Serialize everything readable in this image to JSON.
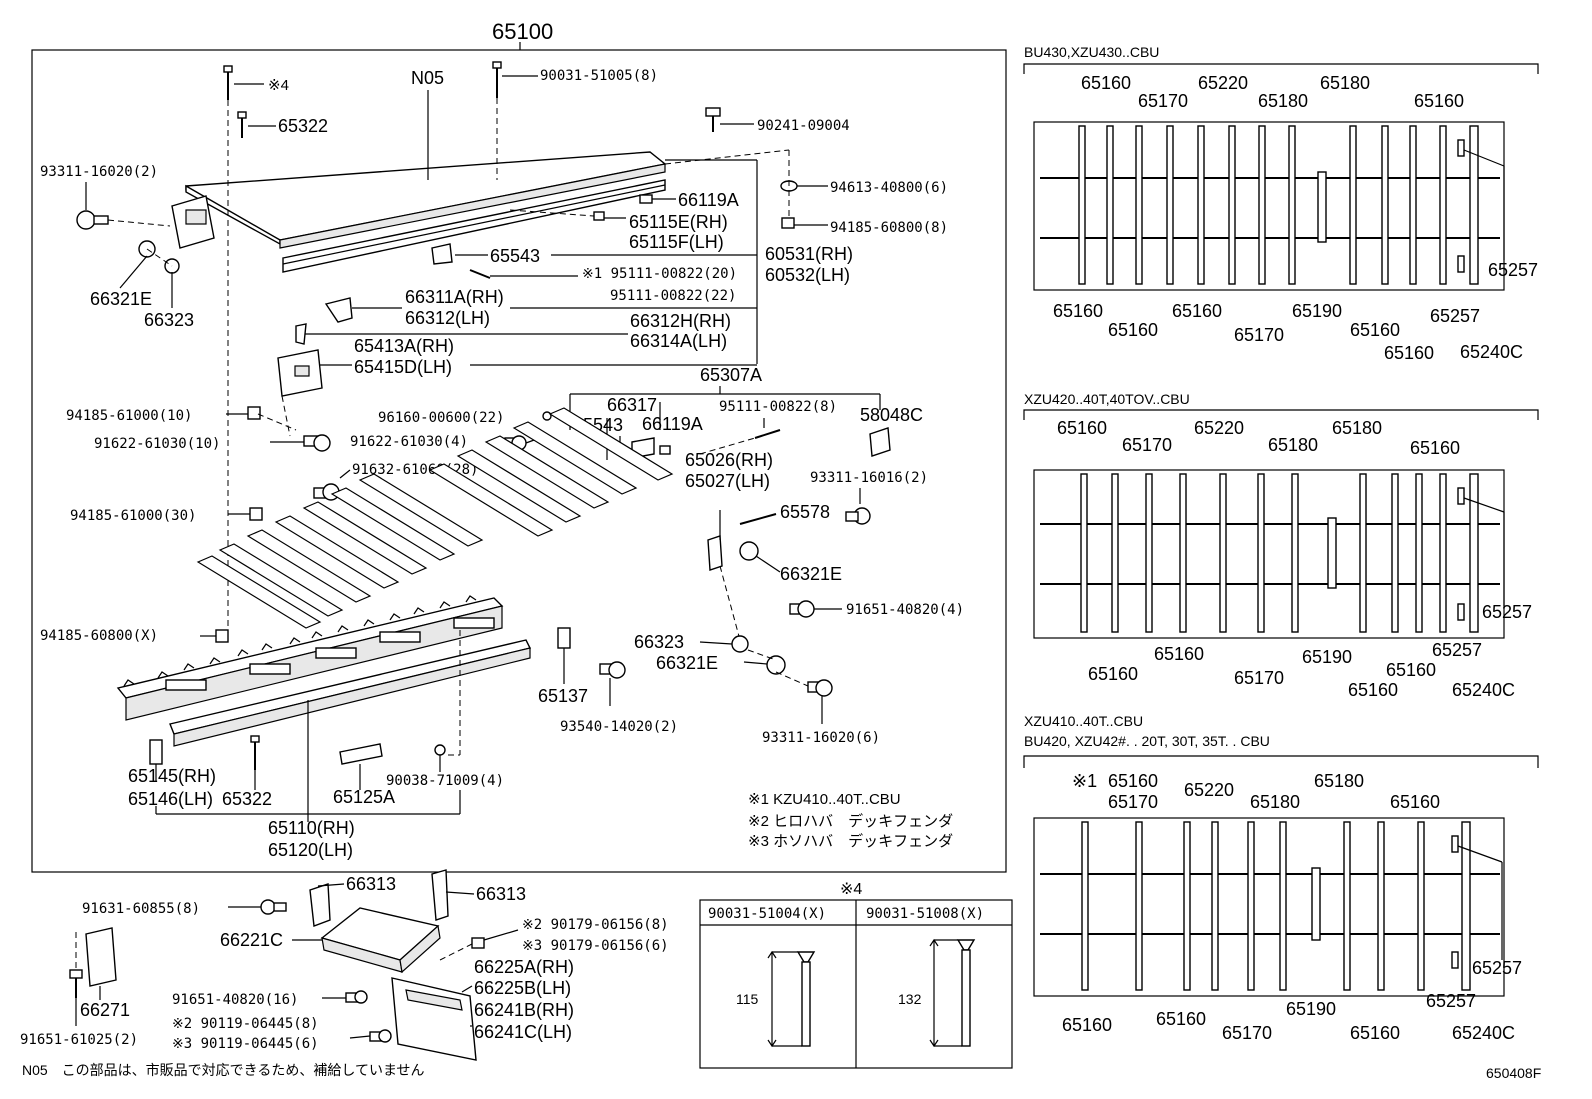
{
  "main": {
    "title": "65100",
    "n05": "N05",
    "labels": {
      "note4": "※4",
      "p90031_51005": "90031-51005(8)",
      "p65322_top": "65322",
      "p90241_09004": "90241-09004",
      "p93311_16020_2": "93311-16020(2)",
      "p94613_40800": "94613-40800(6)",
      "p66119A_top": "66119A",
      "p65115E": "65115E(RH)",
      "p65115F": "65115F(LH)",
      "p94185_60800_8": "94185-60800(8)",
      "p65543_top": "65543",
      "p60531": "60531(RH)",
      "p60532": "60532(LH)",
      "p195111": "※1 95111-00822(20)",
      "p95111_22": "95111-00822(22)",
      "p66321E_top": "66321E",
      "p66323_top": "66323",
      "p66311A": "66311A(RH)",
      "p66312LH": "66312(LH)",
      "p66312H": "66312H(RH)",
      "p66314A": "66314A(LH)",
      "p65413A": "65413A(RH)",
      "p65415D": "65415D(LH)",
      "p65307A": "65307A",
      "p94185_61000_10": "94185-61000(10)",
      "p96160_00600": "96160-00600(22)",
      "p66317": "66317",
      "p95111_8": "95111-00822(8)",
      "p58048C": "58048C",
      "p91622_61030_10": "91622-61030(10)",
      "p91622_61030_4": "91622-61030(4)",
      "p65543_mid": "65543",
      "p66119A_mid": "66119A",
      "p65026": "65026(RH)",
      "p65027": "65027(LH)",
      "p91632_61060": "91632-61060(28)",
      "p93311_16016": "93311-16016(2)",
      "p94185_61000_30": "94185-61000(30)",
      "p65578": "65578",
      "p66321E_mid": "66321E",
      "p94185_60800_X": "94185-60800(X)",
      "p91651_40820_4": "91651-40820(4)",
      "p66323_low": "66323",
      "p66321E_low": "66321E",
      "p65137": "65137",
      "p93540_14020": "93540-14020(2)",
      "p93311_16020_6": "93311-16020(6)",
      "p90038_71009": "90038-71009(4)",
      "p65145": "65145(RH)",
      "p65146": "65146(LH)",
      "p65322_low": "65322",
      "p65125A": "65125A",
      "p65110": "65110(RH)",
      "p65120": "65120(LH)"
    },
    "notes": [
      "※1 KZU410..40T..CBU",
      "※2 ヒロハバ　デッキフェンダ",
      "※3 ホソハバ　デッキフェンダ"
    ]
  },
  "fender": {
    "labels": {
      "p91631_60855": "91631-60855(8)",
      "p66313_a": "66313",
      "p66313_b": "66313",
      "p66221C": "66221C",
      "p90179_2": "※2 90179-06156(8)",
      "p90179_3": "※3 90179-06156(6)",
      "p66271": "66271",
      "p66225A": "66225A(RH)",
      "p66225B": "66225B(LH)",
      "p91651_40820_16": "91651-40820(16)",
      "p66241B": "66241B(RH)",
      "p66241C": "66241C(LH)",
      "p90119_2": "※2 90119-06445(8)",
      "p90119_3": "※3 90119-06445(6)",
      "p91651_61025": "91651-61025(2)"
    }
  },
  "bolt_table": {
    "title": "※4",
    "col1": "90031-51004(X)",
    "col2": "90031-51008(X)",
    "dim1": "115",
    "dim2": "132"
  },
  "layout1": {
    "title": "BU430,XZU430..CBU",
    "labels": {
      "t65160a": "65160",
      "t65170": "65170",
      "t65220": "65220",
      "t65180a": "65180",
      "t65180b": "65180",
      "t65160b": "65160",
      "t65257a": "65257",
      "b65160a": "65160",
      "b65160b": "65160",
      "b65160c": "65160",
      "b65170": "65170",
      "b65190": "65190",
      "b65160d": "65160",
      "b65160e": "65160",
      "b65257": "65257",
      "b65240C": "65240C"
    }
  },
  "layout2": {
    "title": "XZU420..40T,40TOV..CBU",
    "labels": {
      "t65160a": "65160",
      "t65170": "65170",
      "t65220": "65220",
      "t65180a": "65180",
      "t65180b": "65180",
      "t65160b": "65160",
      "t65257a": "65257",
      "b65160a": "65160",
      "b65160b": "65160",
      "b65170": "65170",
      "b65190": "65190",
      "b65160c": "65160",
      "b65160d": "65160",
      "b65257": "65257",
      "b65240C": "65240C"
    }
  },
  "layout3": {
    "title1": "XZU410..40T..CBU",
    "title2": "BU420, XZU42#. . 20T, 30T, 35T. . CBU",
    "labels": {
      "t1": "※1",
      "t65160a": "65160",
      "t65170": "65170",
      "t65220": "65220",
      "t65180a": "65180",
      "t65180b": "65180",
      "t65160b": "65160",
      "t65257a": "65257",
      "b65160a": "65160",
      "b65160b": "65160",
      "b65170": "65170",
      "b65190": "65190",
      "b65160c": "65160",
      "b65257": "65257",
      "b65240C": "65240C"
    }
  },
  "footer": {
    "note": "N05　この部品は、市販品で対応できるため、補給していません",
    "code": "650408F"
  }
}
